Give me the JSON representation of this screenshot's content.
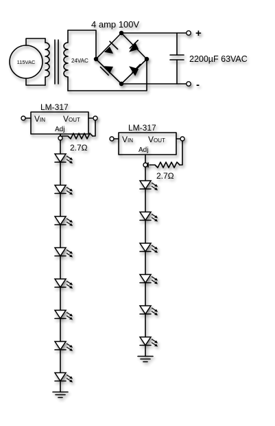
{
  "source": {
    "label": "115VAC"
  },
  "transformer": {
    "secondary_label": "24VAC"
  },
  "rectifier": {
    "label": "4 amp 100V"
  },
  "capacitor": {
    "label": "2200µF 63VAC"
  },
  "terminals": {
    "positive": "+",
    "negative": "-"
  },
  "regulators": [
    {
      "part": "LM-317",
      "vin": "V",
      "vin_sub": "IN",
      "vout": "V",
      "vout_sub": "OUT",
      "adj": "Adj",
      "resistor": "2.7Ω",
      "led_count": 8
    },
    {
      "part": "LM-317",
      "vin": "V",
      "vin_sub": "IN",
      "vout": "V",
      "vout_sub": "OUT",
      "adj": "Adj",
      "resistor": "2.7Ω",
      "led_count": 6
    }
  ]
}
